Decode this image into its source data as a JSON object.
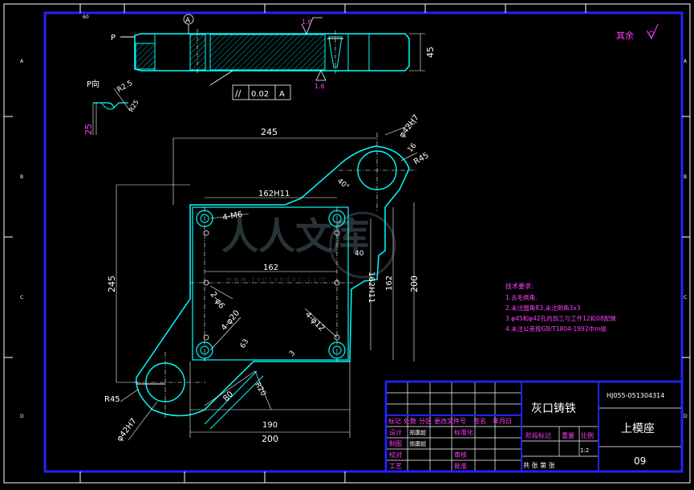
{
  "sheet": {
    "zone_letters": [
      "A",
      "B",
      "C",
      "D"
    ],
    "frame_ref": "60"
  },
  "section_view": {
    "cut_label": "P",
    "datum_label": "A",
    "roughness_top": "1.6",
    "roughness_bottom": "1.6",
    "height_dim": "45",
    "flatness_symbol": "//",
    "flatness_value": "0.02",
    "flatness_datum": "A"
  },
  "detail_view": {
    "title": "P向",
    "r_dim": "R2.5",
    "r_dim_2": "R25",
    "height_dim": "25"
  },
  "roughness_other": {
    "label": "其余"
  },
  "plan_view": {
    "dim_top_245": "245",
    "dim_hole_top": "φ42H7",
    "dim_r16": "16",
    "dim_r45_top": "R45",
    "dim_angle": "40°",
    "dim_162_top": "162H11",
    "dim_4_m6": "4-M6",
    "dim_40": "40",
    "dim_162_mid": "162",
    "dim_162_right": "162H11",
    "dim_162_right2": "162",
    "dim_200_right": "200",
    "dim_245_left": "245",
    "dim_2_phi6": "2-φ6",
    "dim_4_phi20": "4-φ20",
    "dim_4_phi12": "4-φ12",
    "dim_63": "63",
    "dim_3": "3",
    "dim_r20": "R20",
    "dim_80": "80",
    "dim_r45_bottom": "R45",
    "dim_hole_bottom": "φ42H7",
    "dim_190": "190",
    "dim_200_bottom": "200"
  },
  "tech_requirements": {
    "title": "技术要求:",
    "items": [
      "1.去毛倒角.",
      "2.未注圆角R3,未注倒角3x3",
      "3.φ45和φ42孔的加工与工件12和08配做",
      "4.未注公差按GB/T1804-1992中m级"
    ]
  },
  "watermark": {
    "text": "人人文库",
    "url": "w w w . r e n r e n d o c . c o m"
  },
  "title_block": {
    "material": "灰口铸铁",
    "drawing_number": "HJ055-051304314",
    "part_name": "上模座",
    "sheet_no": "09",
    "scale": "1:2",
    "row_labels": [
      "设计",
      "制图",
      "校对",
      "工艺"
    ],
    "designer": "郑康超",
    "drafter": "郑康超",
    "standardization": "标准化",
    "review": "审核",
    "approve": "批准",
    "header_cells": [
      "标记",
      "处数",
      "分区",
      "更改文件号",
      "签名",
      "年月日"
    ],
    "stage_labels": [
      "阶段标记",
      "重量",
      "比例"
    ],
    "sheet_count": "共   张   第   张"
  }
}
